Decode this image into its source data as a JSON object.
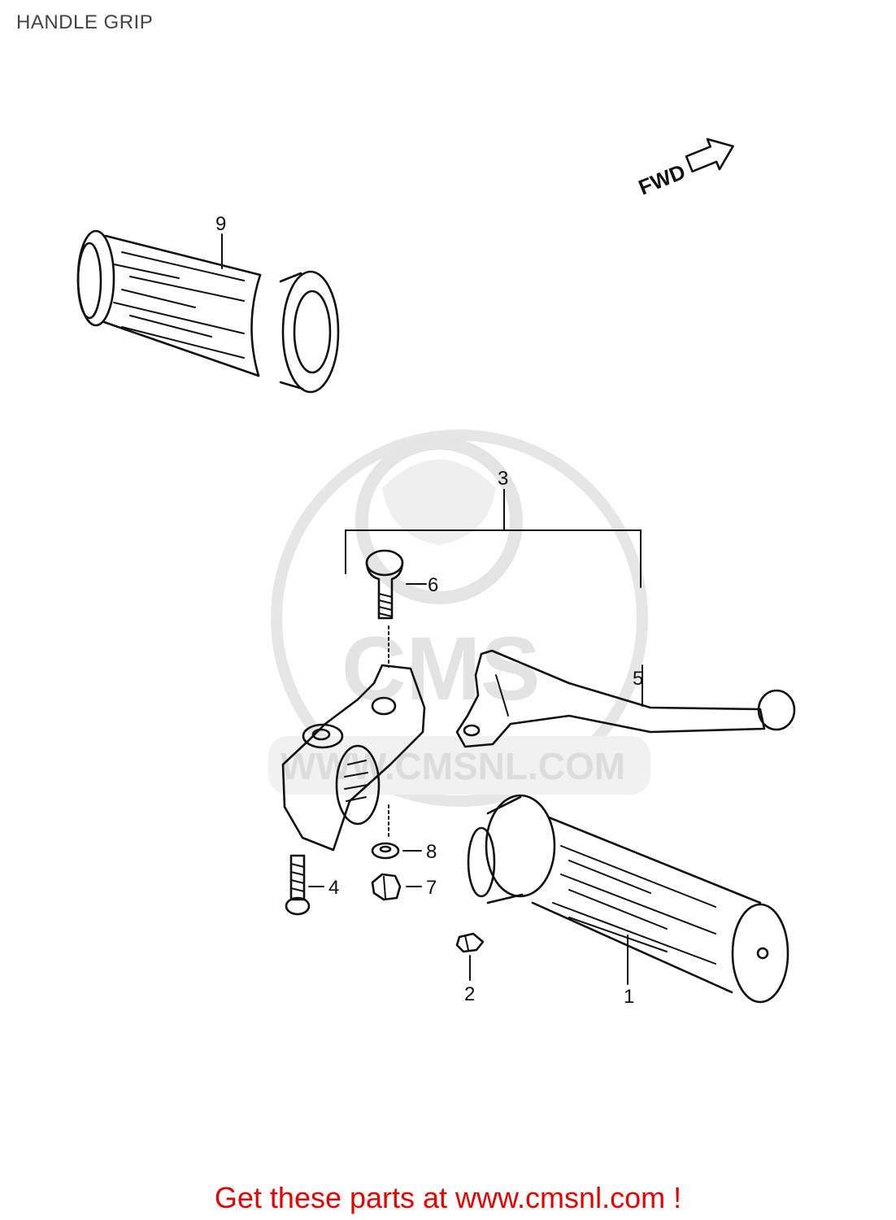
{
  "title": "HANDLE GRIP",
  "direction_label": "FWD",
  "watermark": {
    "text": "WWW.CMSNL.COM",
    "logo_letters": "CMS"
  },
  "callouts": [
    {
      "number": "1",
      "part": "handle grip (right, throttle)"
    },
    {
      "number": "2",
      "part": "cap"
    },
    {
      "number": "3",
      "part": "lever assembly"
    },
    {
      "number": "4",
      "part": "bolt"
    },
    {
      "number": "5",
      "part": "lever"
    },
    {
      "number": "6",
      "part": "pivot bolt"
    },
    {
      "number": "7",
      "part": "nut"
    },
    {
      "number": "8",
      "part": "washer"
    },
    {
      "number": "9",
      "part": "handle grip (left)"
    }
  ],
  "footer": {
    "text": "Get these parts at www.cmsnl.com !"
  },
  "colors": {
    "line": "#111111",
    "title": "#444444",
    "footer": "#e30000",
    "watermark": "#dcdcdc"
  }
}
